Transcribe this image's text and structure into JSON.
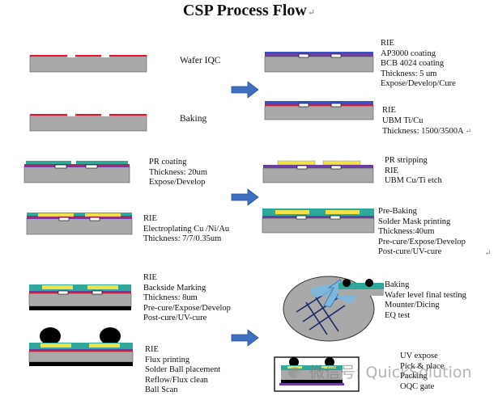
{
  "title": "CSP Process Flow",
  "return_mark": "↵",
  "steps": {
    "wafer_iqc": "Wafer IQC",
    "baking": "Baking",
    "pr_coating": [
      "PR coating",
      "Thickness: 20um",
      "Expose/Develop"
    ],
    "rie_electroplating": [
      "RIE",
      "Electroplating Cu /Ni/Au",
      "Thickness: 7/7/0.35um"
    ],
    "rie_backside": [
      "RIE",
      "Backside Marking",
      "Thickness: 8um",
      "Pre-cure/Expose/Develop",
      "Post-cure/UV-cure"
    ],
    "rie_flux": [
      "RIE",
      "Flux printing",
      "Solder Ball placement",
      "Reflow/Flux clean",
      "Ball Scan"
    ],
    "rie_coating": [
      "RIE",
      "AP3000 coating",
      "BCB 4024 coating",
      "Thickness: 5 um",
      "Expose/Develop/Cure"
    ],
    "rie_ubm": [
      "RIE",
      "UBM Ti/Cu",
      "Thickness: 1500/3500A"
    ],
    "pr_stripping": [
      "PR stripping",
      "RIE",
      "UBM Cu/Ti etch"
    ],
    "pre_baking": [
      "Pre-Baking",
      "Solder Mask printing",
      "Thickness:40um",
      "Pre-cure/Expose/Develop",
      "Post-cure/UV-cure"
    ],
    "final_testing": [
      "Baking",
      "Wafer level final testing",
      "Mounter/Dicing",
      "EQ test"
    ],
    "uv_expose": [
      "UV expose",
      "Pick & place",
      "Packing",
      "OQC gate"
    ]
  },
  "watermark": "微信号: QuickSolution",
  "colors": {
    "silicon": "#a9a9a9",
    "metal_red": "#e8102a",
    "bcb_purple": "#6a3fa0",
    "ubm_blue": "#2f55c8",
    "plating_yellow": "#f0e04a",
    "pr_teal": "#2fa79a",
    "solder_black": "#000000",
    "arrow_blue": "#3f6fc0",
    "wafer_blue": "#7ab8e0"
  }
}
